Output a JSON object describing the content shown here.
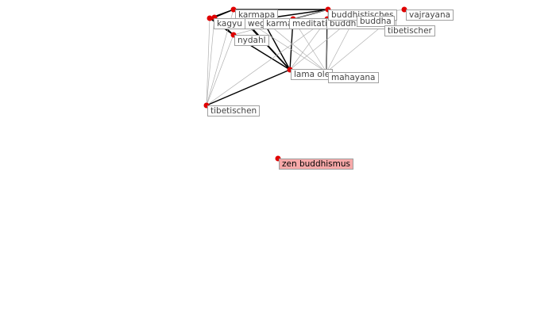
{
  "graph": {
    "title": "",
    "colors": {
      "node": "#e00000",
      "highlight_label_bg": "#f7a9a9",
      "edge_strong": "#000000",
      "edge_weak": "#b0b0b0"
    },
    "nodes": [
      {
        "id": "karmapa",
        "label": "karmapa"
      },
      {
        "id": "kagyu",
        "label": "kagyu"
      },
      {
        "id": "kagyu2",
        "label": ""
      },
      {
        "id": "weg",
        "label": "weg"
      },
      {
        "id": "karma",
        "label": "karma"
      },
      {
        "id": "meditation",
        "label": "meditation"
      },
      {
        "id": "buddhistischen",
        "label": "buddhistischen"
      },
      {
        "id": "buddhistisches",
        "label": "buddhistisches"
      },
      {
        "id": "buddha",
        "label": "buddha"
      },
      {
        "id": "vajrayana",
        "label": "vajrayana"
      },
      {
        "id": "tibetischer",
        "label": "tibetischer"
      },
      {
        "id": "nydahl",
        "label": "nydahl"
      },
      {
        "id": "lama_ole",
        "label": "lama ole"
      },
      {
        "id": "mahayana",
        "label": "mahayana"
      },
      {
        "id": "tibetischen",
        "label": "tibetischen"
      },
      {
        "id": "zen_buddhismus",
        "label": "zen buddhismus",
        "highlighted": true
      }
    ],
    "edges": [
      {
        "source": "kagyu",
        "target": "karmapa",
        "weight": "strong"
      },
      {
        "source": "kagyu2",
        "target": "karmapa",
        "weight": "strong"
      },
      {
        "source": "kagyu",
        "target": "nydahl",
        "weight": "strong"
      },
      {
        "source": "kagyu2",
        "target": "nydahl",
        "weight": "strong"
      },
      {
        "source": "karmapa",
        "target": "buddhistisches",
        "weight": "strong"
      },
      {
        "source": "karmapa",
        "target": "karma",
        "weight": "strong"
      },
      {
        "source": "karma",
        "target": "buddhistisches",
        "weight": "strong"
      },
      {
        "source": "meditation",
        "target": "buddhistisches",
        "weight": "strong"
      },
      {
        "source": "nydahl",
        "target": "lama_ole",
        "weight": "strong"
      },
      {
        "source": "weg",
        "target": "lama_ole",
        "weight": "strong"
      },
      {
        "source": "karma",
        "target": "lama_ole",
        "weight": "strong"
      },
      {
        "source": "meditation",
        "target": "lama_ole",
        "weight": "strong"
      },
      {
        "source": "karmapa",
        "target": "lama_ole",
        "weight": "strong"
      },
      {
        "source": "tibetischen",
        "target": "lama_ole",
        "weight": "strong"
      },
      {
        "source": "buddhistischen",
        "target": "mahayana",
        "weight": "strong"
      },
      {
        "source": "kagyu",
        "target": "tibetischen",
        "weight": "weak"
      },
      {
        "source": "kagyu2",
        "target": "tibetischen",
        "weight": "weak"
      },
      {
        "source": "nydahl",
        "target": "tibetischen",
        "weight": "weak"
      },
      {
        "source": "karmapa",
        "target": "tibetischen",
        "weight": "weak"
      },
      {
        "source": "buddha",
        "target": "lama_ole",
        "weight": "weak"
      },
      {
        "source": "buddha",
        "target": "mahayana",
        "weight": "weak"
      },
      {
        "source": "vajrayana",
        "target": "buddha",
        "weight": "weak"
      },
      {
        "source": "tibetischer",
        "target": "mahayana",
        "weight": "weak"
      },
      {
        "source": "buddhistisches",
        "target": "mahayana",
        "weight": "weak"
      },
      {
        "source": "meditation",
        "target": "mahayana",
        "weight": "weak"
      },
      {
        "source": "karma",
        "target": "mahayana",
        "weight": "weak"
      },
      {
        "source": "weg",
        "target": "mahayana",
        "weight": "weak"
      },
      {
        "source": "buddhistischen",
        "target": "lama_ole",
        "weight": "weak"
      },
      {
        "source": "buddhistischen",
        "target": "tibetischen",
        "weight": "weak"
      },
      {
        "source": "kagyu",
        "target": "weg",
        "weight": "weak"
      },
      {
        "source": "nydahl",
        "target": "buddhistisches",
        "weight": "weak"
      }
    ]
  }
}
